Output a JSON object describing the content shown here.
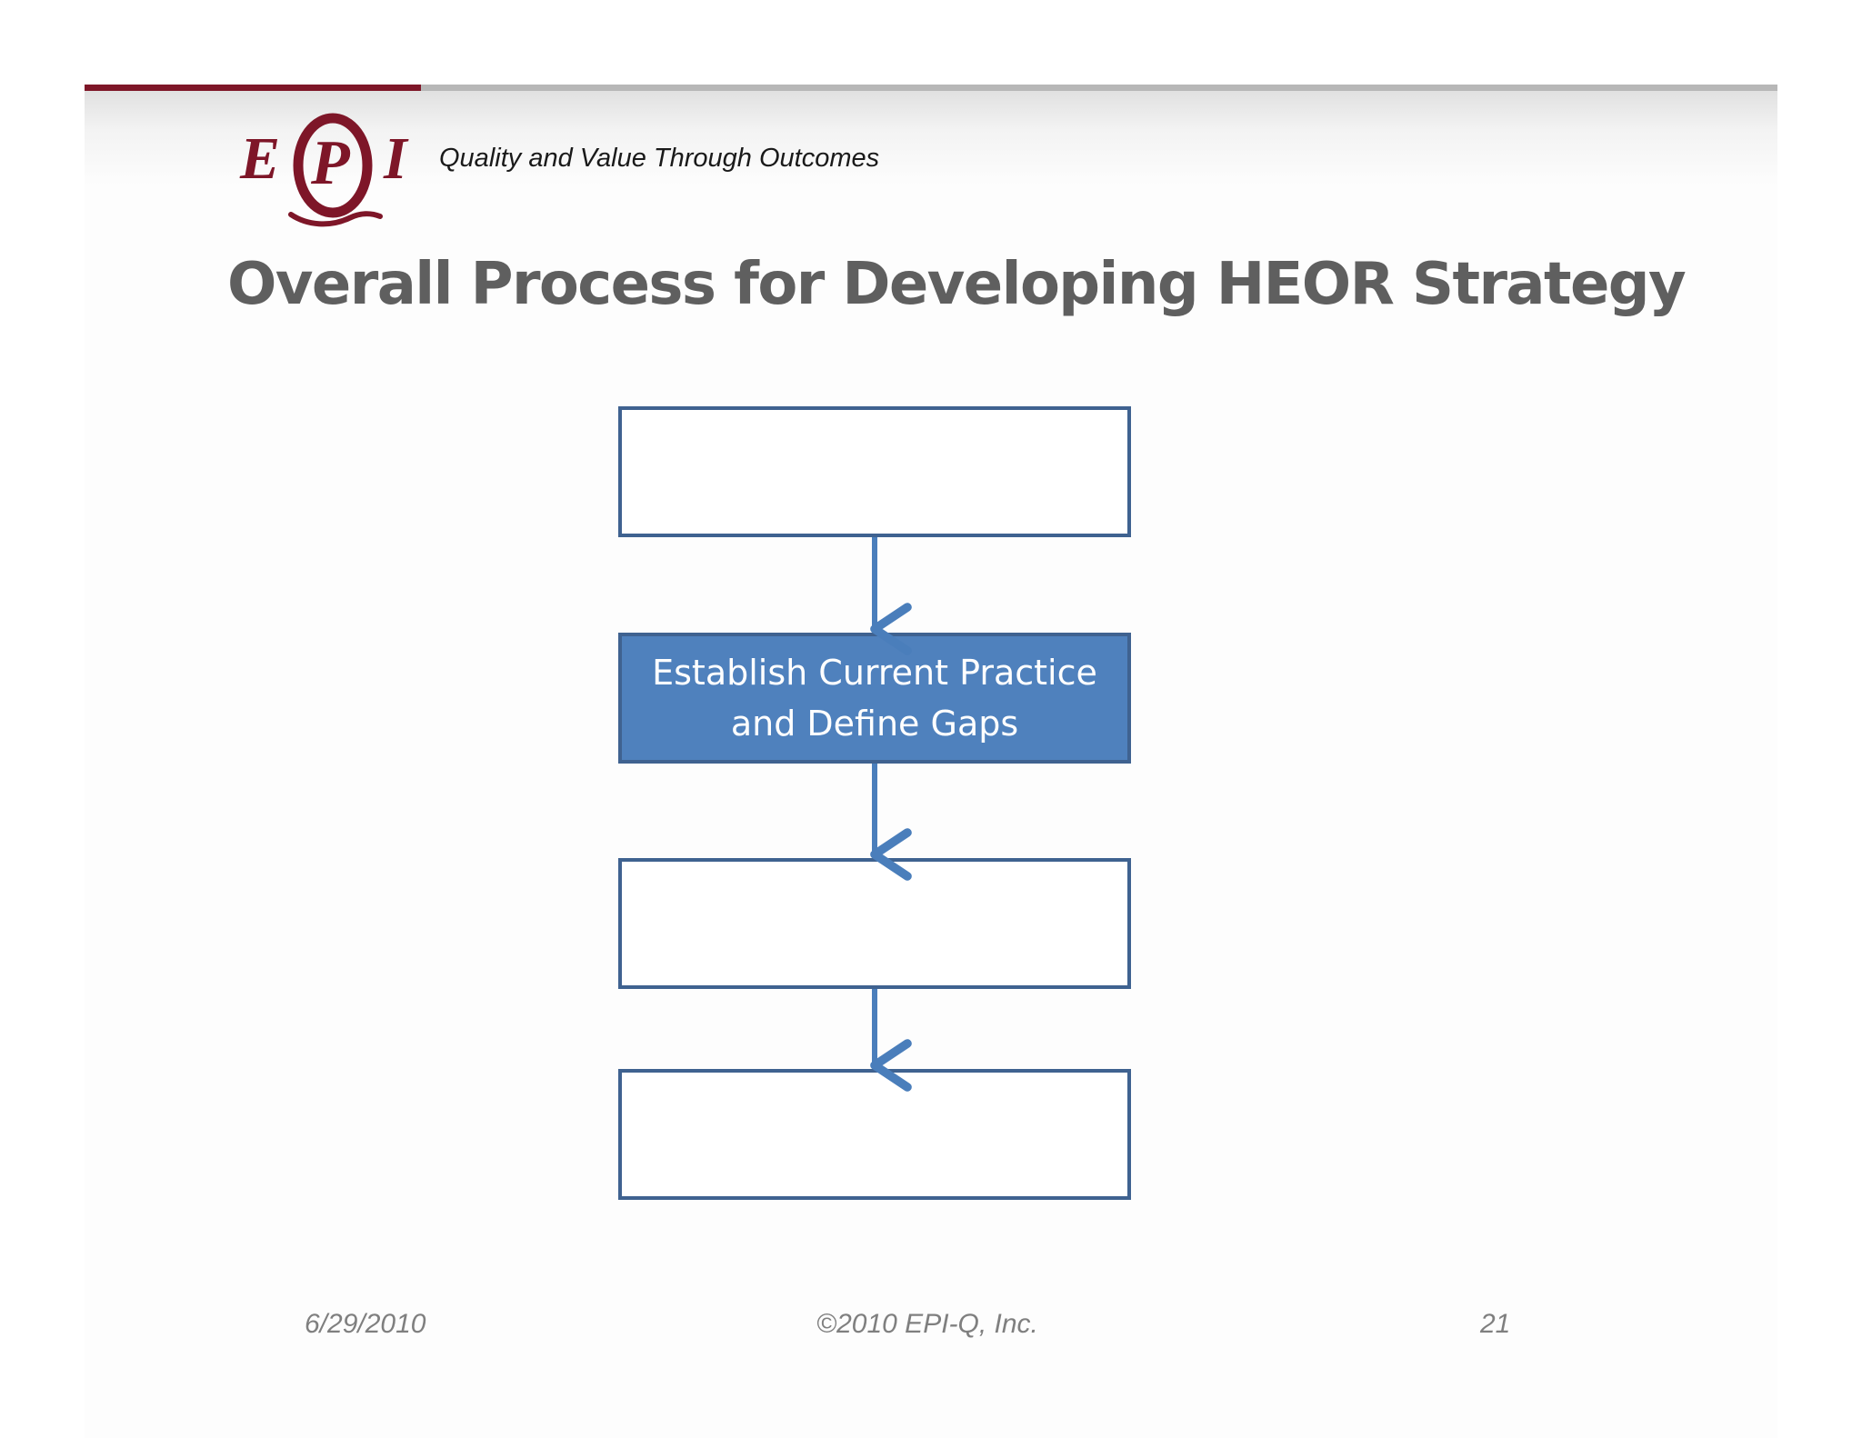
{
  "header": {
    "logo_text": "EPQI",
    "tagline": "Quality and Value Through Outcomes"
  },
  "slide": {
    "title": "Overall Process for Developing HEOR Strategy"
  },
  "flowchart": {
    "steps": [
      {
        "label": ""
      },
      {
        "label": "Establish Current Practice and Define Gaps"
      },
      {
        "label": ""
      },
      {
        "label": ""
      }
    ]
  },
  "footer": {
    "date": "6/29/2010",
    "copyright": "©2010 EPI-Q, Inc.",
    "page_number": "21"
  },
  "colors": {
    "accent_rule": "#7e1628",
    "logo_red": "#7e1628",
    "box_border": "#3f6290",
    "box_fill_highlight": "#4f81bd",
    "arrow": "#4a7ebb",
    "title_text": "#5f5f5f",
    "footer_text": "#7f7f7f"
  }
}
